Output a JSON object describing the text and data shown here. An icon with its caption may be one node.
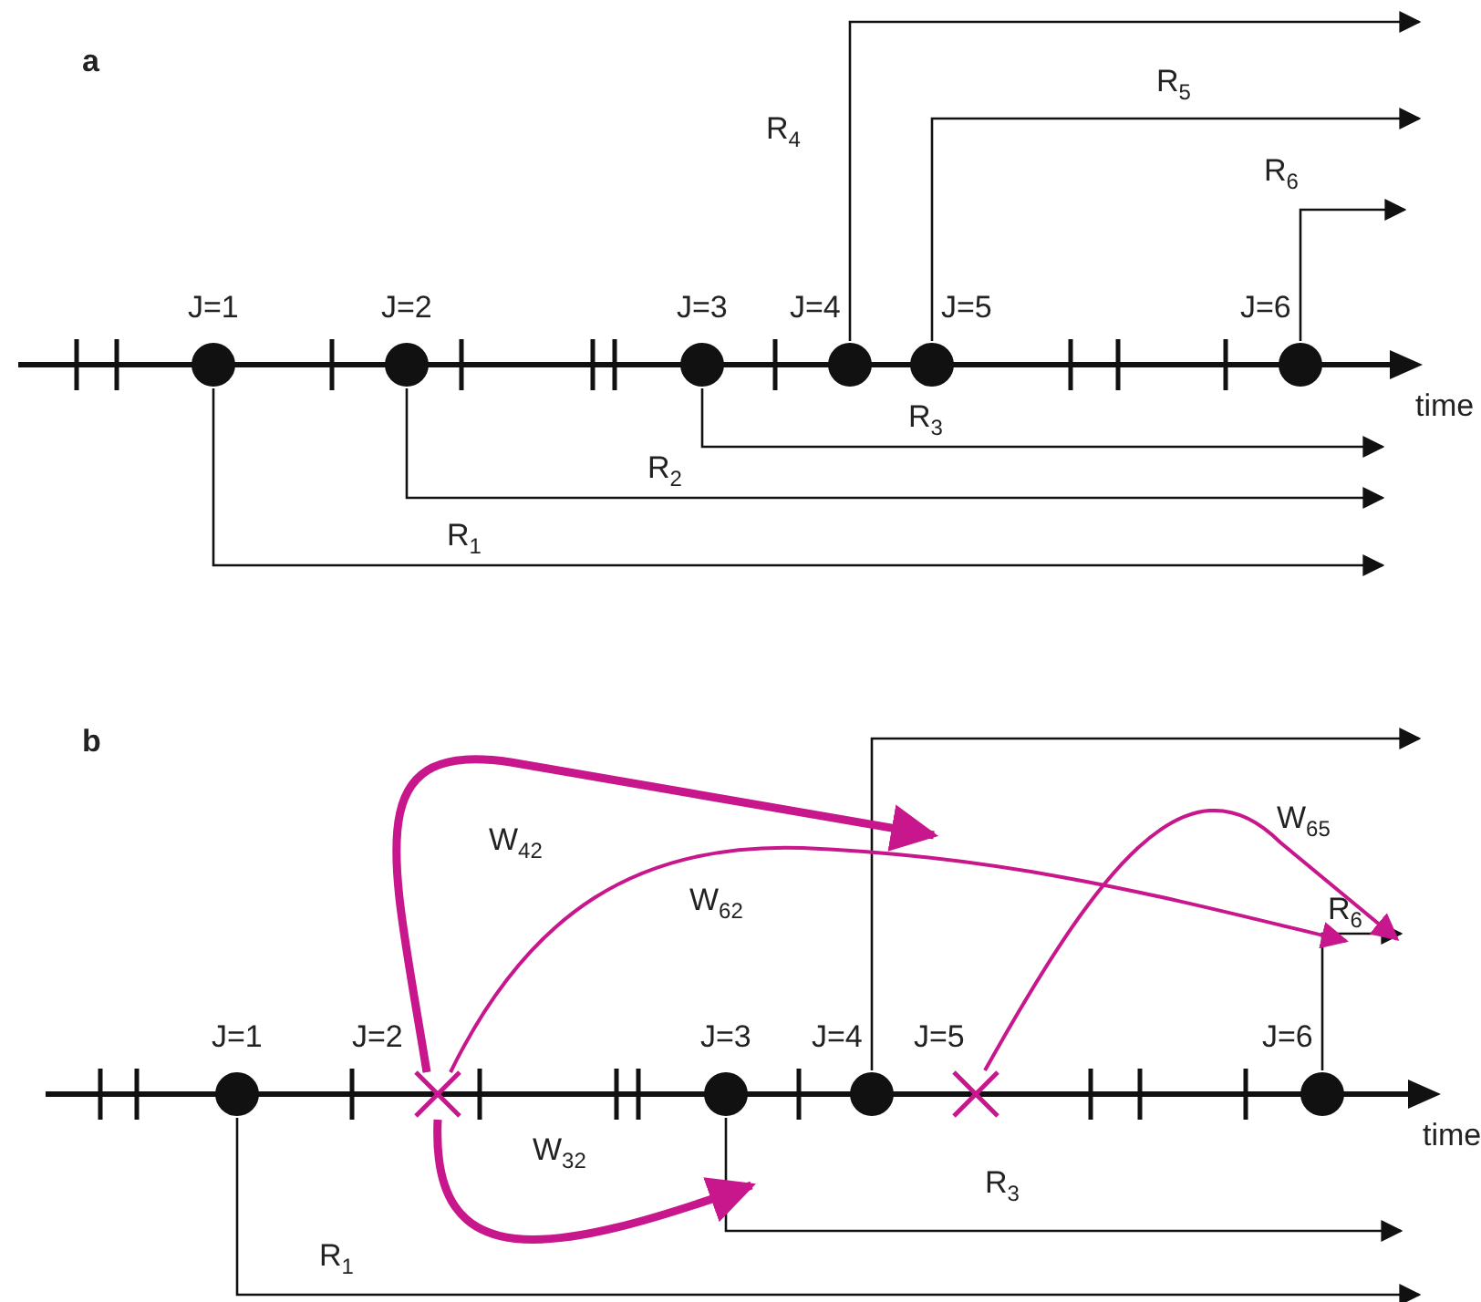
{
  "diagram": {
    "nodes": [
      {
        "text": [],
        "shape": "circle",
        "beside": [
          "J=1"
        ]
      },
      {
        "text": [],
        "shape": "circle",
        "beside": [
          "J=2"
        ]
      },
      {
        "text": [],
        "shape": "circle",
        "beside": [
          "J=3"
        ]
      },
      {
        "text": [],
        "shape": "circle",
        "beside": [
          "J=4"
        ]
      },
      {
        "text": [],
        "shape": "circle",
        "beside": [
          "J=5"
        ]
      },
      {
        "text": [],
        "shape": "circle",
        "beside": [
          "J=6"
        ]
      },
      {
        "text": [],
        "shape": "circle",
        "beside": [
          "J=1"
        ]
      },
      {
        "text": [],
        "shape": "cross",
        "beside": [
          "J=2"
        ]
      },
      {
        "text": [],
        "shape": "circle",
        "beside": [
          "J=3"
        ]
      },
      {
        "text": [],
        "shape": "circle",
        "beside": [
          "J=4"
        ]
      },
      {
        "text": [],
        "shape": "cross",
        "beside": [
          "J=5"
        ]
      },
      {
        "text": [],
        "shape": "circle",
        "beside": [
          "J=6"
        ]
      }
    ],
    "edges": [
      {
        "from": 0,
        "to": null,
        "arrow": "to",
        "label": "R$_{1}$"
      },
      {
        "from": 1,
        "to": null,
        "arrow": "to",
        "label": "R$_{2}$"
      },
      {
        "from": 2,
        "to": null,
        "arrow": "to",
        "label": "R$_{3}$"
      },
      {
        "from": 3,
        "to": null,
        "arrow": "to",
        "label": "R$_{4}$"
      },
      {
        "from": 4,
        "to": null,
        "arrow": "to",
        "label": "R$_{5}$"
      },
      {
        "from": 5,
        "to": null,
        "arrow": "to",
        "label": "R$_{6}$"
      },
      {
        "from": 6,
        "to": null,
        "arrow": "to",
        "label": "R$_{1}$"
      },
      {
        "from": 8,
        "to": null,
        "arrow": "to",
        "label": "R$_{3}$"
      },
      {
        "from": 9,
        "to": null,
        "arrow": "to"
      },
      {
        "from": 11,
        "to": null,
        "arrow": "to",
        "label": "R$_{6}$"
      },
      {
        "from": 7,
        "to": null,
        "arrow": "to",
        "label": "W$_{42}$",
        "style": "thick",
        "color": "#c8168c"
      },
      {
        "from": 7,
        "to": null,
        "arrow": "to",
        "label": "W$_{62}$",
        "color": "#c8168c"
      },
      {
        "from": 7,
        "to": null,
        "arrow": "to",
        "label": "W$_{32}$",
        "style": "thick",
        "color": "#c8168c"
      },
      {
        "from": 10,
        "to": null,
        "arrow": "to",
        "label": "W$_{65}$",
        "color": "#c8168c"
      }
    ],
    "labels": [
      "a",
      "time",
      "b",
      "time"
    ]
  }
}
